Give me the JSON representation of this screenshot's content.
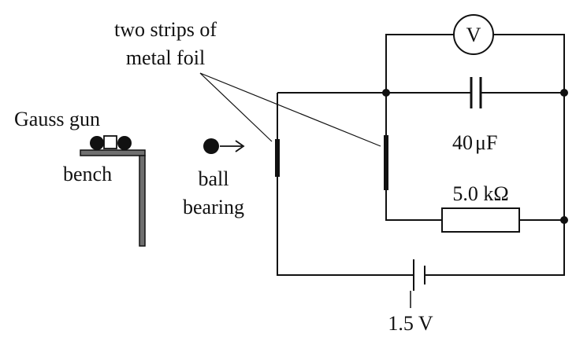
{
  "labels": {
    "foil_line1": "two strips of",
    "foil_line2": "metal foil",
    "gauss_gun": "Gauss gun",
    "bench": "bench",
    "ball_line1": "ball",
    "ball_line2": "bearing",
    "voltmeter": "V",
    "capacitance": "40",
    "capacitance_unit": "μF",
    "resistance": "5.0 kΩ",
    "emf": "1.5 V"
  },
  "colors": {
    "ink": "#111111",
    "bench_fill": "#6f6f6f"
  }
}
